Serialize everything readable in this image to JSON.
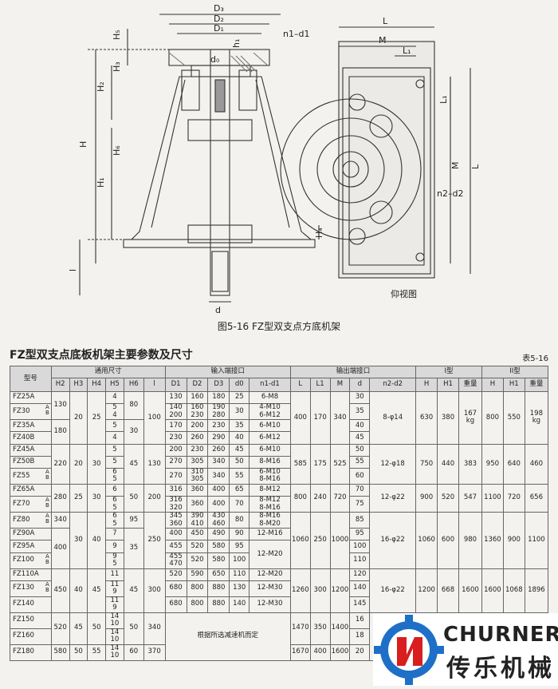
{
  "drawing": {
    "dims": [
      "D3",
      "D2",
      "D1",
      "H5",
      "H3",
      "H2",
      "H",
      "H6",
      "H1",
      "H4",
      "l",
      "d",
      "d0",
      "h1",
      "n1-d1",
      "L",
      "M",
      "L1",
      "l1",
      "M",
      "L",
      "n2-d2"
    ],
    "bottom_view": "仰视图",
    "caption": "图5-16 FZ型双支点方底机架"
  },
  "table": {
    "title": "FZ型双支点底板机架主要参数及尺寸",
    "number": "表5-16",
    "head": {
      "model": "型号",
      "general": "通用尺寸",
      "input": "输入端接口",
      "output": "输出端接口",
      "type1": "I型",
      "type2": "II型",
      "cols": [
        "H2",
        "H3",
        "H4",
        "H5",
        "H6",
        "l",
        "D1",
        "D2",
        "D3",
        "d0",
        "n1-d1",
        "L",
        "L1",
        "M",
        "d",
        "n2-d2",
        "H",
        "H1",
        "重量",
        "H",
        "H1",
        "重量"
      ]
    },
    "rows": [
      {
        "m": "FZ25A",
        "ab": "",
        "h5": "4",
        "d1": "130",
        "d2": "160",
        "d3": "180",
        "d0": "25",
        "n1": "6-M8",
        "od": "30"
      },
      {
        "m": "FZ30",
        "ab": "A\nB",
        "h5": "5\n4",
        "d1": "140\n200",
        "d2": "160\n230",
        "d3": "190\n280",
        "d0": "30",
        "n1": "4-M10\n6-M12",
        "od": "35"
      },
      {
        "m": "FZ35A",
        "ab": "",
        "h5": "5",
        "d1": "170",
        "d2": "200",
        "d3": "230",
        "d0": "35",
        "n1": "6-M10",
        "od": "40"
      },
      {
        "m": "FZ40B",
        "ab": "",
        "h5": "4",
        "d1": "230",
        "d2": "260",
        "d3": "290",
        "d0": "40",
        "n1": "6-M12",
        "od": "45"
      },
      {
        "m": "FZ45A",
        "ab": "",
        "h5": "5",
        "d1": "200",
        "d2": "230",
        "d3": "260",
        "d0": "45",
        "n1": "6-M10",
        "od": "50"
      },
      {
        "m": "FZ50B",
        "ab": "",
        "h5": "5",
        "d1": "270",
        "d2": "305",
        "d3": "340",
        "d0": "50",
        "n1": "8-M16",
        "od": "55"
      },
      {
        "m": "FZ55",
        "ab": "A\nB",
        "h5": "6\n5",
        "d1": "270",
        "d2": "310\n305",
        "d3": "340",
        "d0": "55",
        "n1": "6-M10\n8-M16",
        "od": "60"
      },
      {
        "m": "FZ65A",
        "ab": "",
        "h5": "6",
        "d1": "316",
        "d2": "360",
        "d3": "400",
        "d0": "65",
        "n1": "8-M12",
        "od": "70"
      },
      {
        "m": "FZ70",
        "ab": "A\nB",
        "h5": "6\n5",
        "d1": "316\n320",
        "d2": "360",
        "d3": "400",
        "d0": "70",
        "n1": "8-M12\n8-M16",
        "od": "75"
      },
      {
        "m": "FZ80",
        "ab": "A\nB",
        "h5": "6\n5",
        "d1": "345\n360",
        "d2": "390\n410",
        "d3": "430\n460",
        "d0": "80",
        "n1": "8-M16\n8-M20",
        "od": "85"
      },
      {
        "m": "FZ90A",
        "ab": "",
        "h5": "7",
        "d1": "400",
        "d2": "450",
        "d3": "490",
        "d0": "90",
        "n1": "12-M16",
        "od": "95"
      },
      {
        "m": "FZ95A",
        "ab": "",
        "h5": "9",
        "d1": "455",
        "d2": "520",
        "d3": "580",
        "d0": "95",
        "n1": "",
        "od": "100"
      },
      {
        "m": "FZ100",
        "ab": "A\nB",
        "h5": "9\n5",
        "d1": "455\n470",
        "d2": "520",
        "d3": "580",
        "d0": "100",
        "n1": "",
        "od": "110"
      },
      {
        "m": "FZ110A",
        "ab": "",
        "h5": "11",
        "d1": "520",
        "d2": "590",
        "d3": "650",
        "d0": "110",
        "n1": "12-M20",
        "od": "120"
      },
      {
        "m": "FZ130",
        "ab": "A\nB",
        "h5": "11\n9",
        "d1": "680",
        "d2": "800",
        "d3": "880",
        "d0": "130",
        "n1": "12-M30",
        "od": "140"
      },
      {
        "m": "FZ140",
        "ab": "",
        "h5": "11\n9",
        "d1": "680",
        "d2": "800",
        "d3": "880",
        "d0": "140",
        "n1": "12-M30",
        "od": "145"
      },
      {
        "m": "FZ150",
        "ab": "",
        "h5": "14\n10",
        "d1": "",
        "d2": "",
        "d3": "",
        "d0": "",
        "n1": "",
        "od": "16"
      },
      {
        "m": "FZ160",
        "ab": "",
        "h5": "14\n10",
        "d1": "",
        "d2": "",
        "d3": "",
        "d0": "",
        "n1": "",
        "od": "18"
      },
      {
        "m": "FZ180",
        "ab": "",
        "h5": "14\n10",
        "d1": "",
        "d2": "",
        "d3": "",
        "d0": "",
        "n1": "",
        "od": "20"
      }
    ],
    "groups": {
      "g1": {
        "h2a": "130",
        "h2b": "180",
        "h3": "20",
        "h4": "25",
        "h6a": "80",
        "h6b": "30",
        "l": "100",
        "L": "400",
        "L1": "170",
        "M": "340",
        "n2": "8-φ14",
        "H": "630",
        "H1": "380",
        "w": "167\nkg",
        "H_2": "800",
        "H1_2": "550",
        "w2": "198\nkg"
      },
      "g2": {
        "h2": "220",
        "h3": "20",
        "h4": "30",
        "h6": "45",
        "l": "130",
        "L": "585",
        "L1": "175",
        "M": "525",
        "n2": "12-φ18",
        "H": "750",
        "H1": "440",
        "w": "383",
        "H_2": "950",
        "H1_2": "640",
        "w2": "460"
      },
      "g3": {
        "h2": "280",
        "h3": "25",
        "h4": "30",
        "h6": "50",
        "l": "200",
        "L": "800",
        "L1": "240",
        "M": "720",
        "n2": "12-φ22",
        "H": "900",
        "H1": "520",
        "w": "547",
        "H_2": "1100",
        "H1_2": "720",
        "w2": "656"
      },
      "g4": {
        "h2a": "340",
        "h2b": "400",
        "h3": "30",
        "h4": "40",
        "h6a": "95",
        "h6b": "35",
        "l": "250",
        "L": "1060",
        "L1": "250",
        "M": "1000",
        "n2": "16-φ22",
        "H": "1060",
        "H1": "600",
        "w": "980",
        "H_2": "1360",
        "H1_2": "900",
        "w2": "1100",
        "n1m": "12-M20"
      },
      "g5": {
        "h2": "450",
        "h3": "40",
        "h4": "45",
        "h6": "45",
        "l": "300",
        "L": "1260",
        "L1": "300",
        "M": "1200",
        "n2": "16-φ22",
        "H": "1200",
        "H1": "668",
        "w": "1600",
        "H_2": "1600",
        "H1_2": "1068",
        "w2": "1896"
      },
      "g6": {
        "h2a": "520",
        "h2b": "580",
        "h3a": "45",
        "h3b": "50",
        "h4a": "50",
        "h4b": "55",
        "h6a": "50",
        "h6b": "60",
        "la": "340",
        "lb": "370",
        "note": "根据所选减速机而定",
        "La": "1470",
        "Lb": "1670",
        "L1a": "350",
        "L1b": "400",
        "Ma": "1400",
        "Mb": "1600"
      }
    }
  },
  "logo": {
    "en": "CHURNER",
    "cn": "传乐机械",
    "brand_color": "#d81e1e",
    "blue": "#1e6fc7"
  }
}
